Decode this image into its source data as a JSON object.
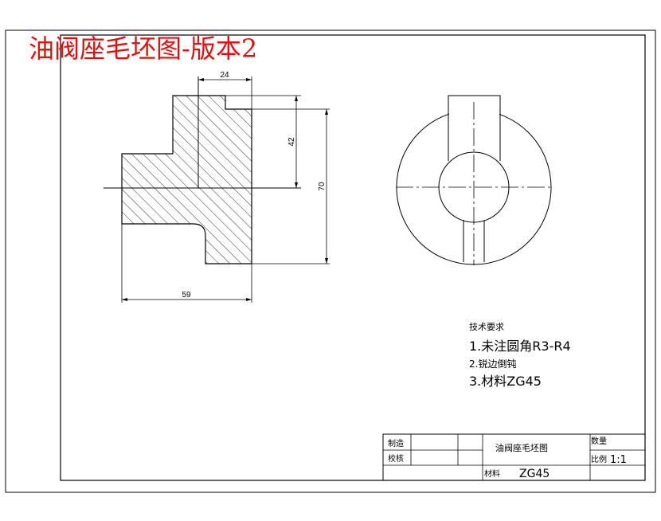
{
  "header": {
    "title": "油阀座毛坯图-版本2"
  },
  "dimensions": {
    "d24": "24",
    "d42": "42",
    "d70": "70",
    "d59": "59"
  },
  "notes": {
    "heading": "技术要求",
    "items": [
      "1.未注圆角R3-R4",
      "2.锐边倒钝",
      "3.材料ZG45"
    ]
  },
  "title_block": {
    "drawn_label": "制造",
    "checked_label": "校核",
    "part_name": "油阀座毛坯图",
    "quantity_label": "数量",
    "scale_label": "比例",
    "scale_value": "1:1",
    "material_label": "材料",
    "material_value": "ZG45"
  },
  "colors": {
    "title": "#e01010",
    "line": "#000000",
    "background": "#ffffff"
  }
}
